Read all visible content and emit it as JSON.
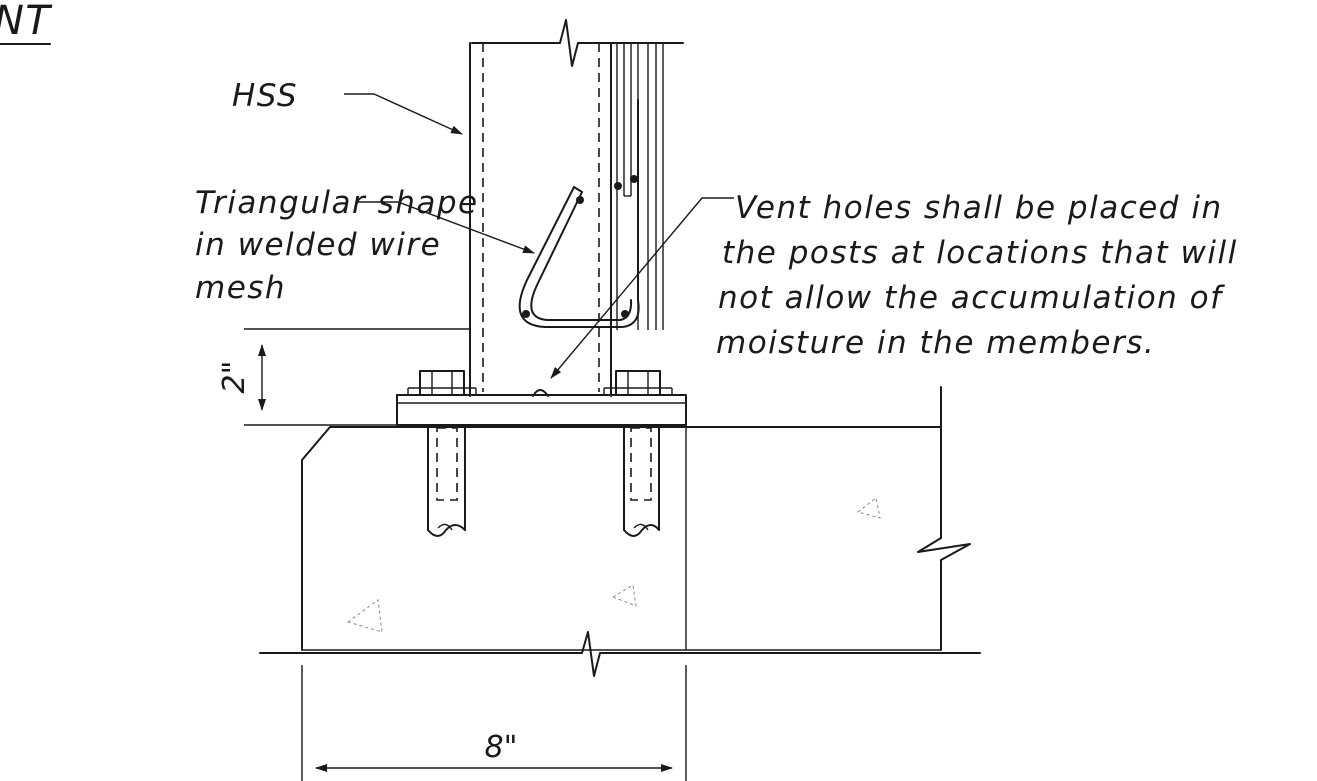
{
  "detail_title_fragment": "NT",
  "labels": {
    "hss": "HSS",
    "triangular": [
      "Triangular shape",
      "in welded wire",
      "mesh"
    ],
    "vent": [
      "Vent holes shall be placed in",
      "the posts at locations that will",
      "not allow the accumulation of",
      "moisture in the members."
    ]
  },
  "dimensions": {
    "height": "2\"",
    "width": "8\""
  }
}
